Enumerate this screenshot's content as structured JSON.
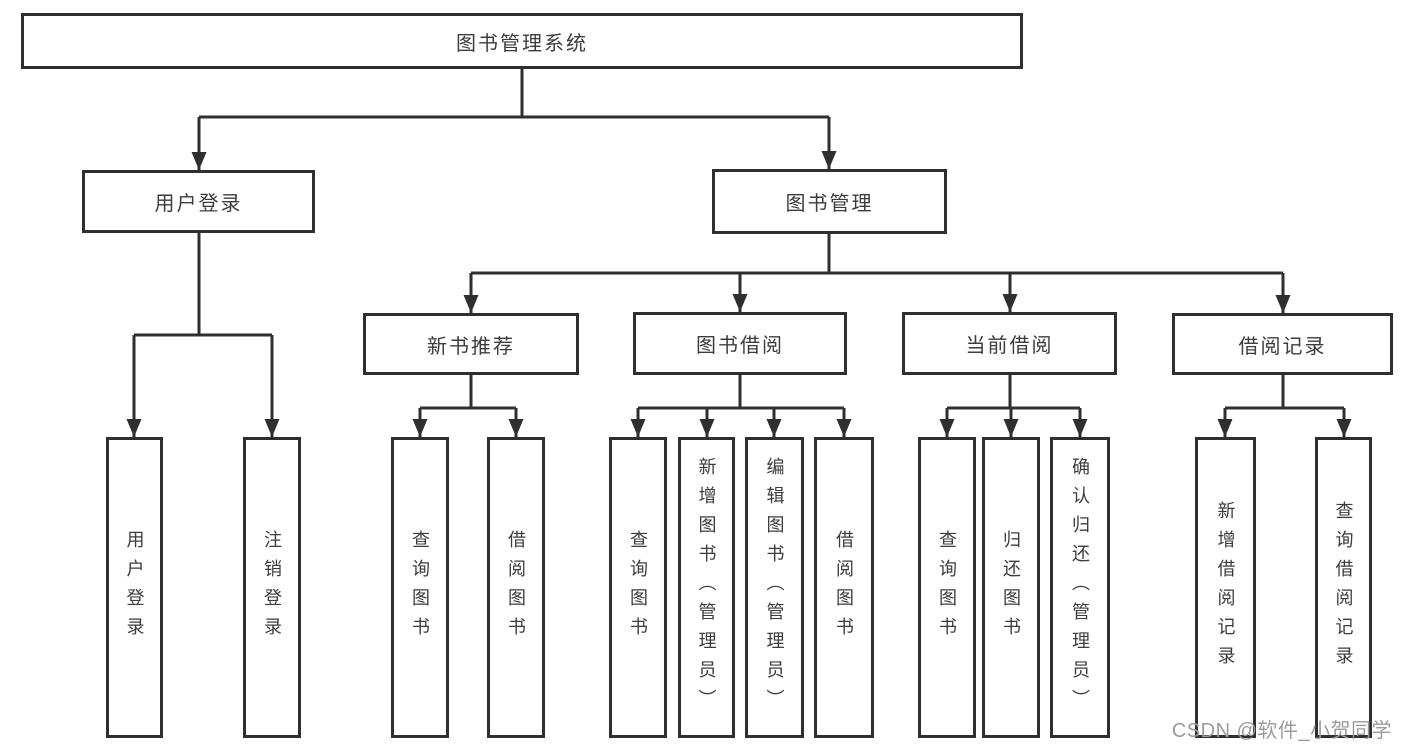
{
  "page": {
    "background": "#ffffff",
    "line_color": "#2f2f2f",
    "box_border_color": "#2f2f2f",
    "text_color": "#3c3c3c",
    "watermark_color": "#9b9b9b"
  },
  "diagram": {
    "type": "hierarchy-tree",
    "root": {
      "label": "图书管理系统"
    },
    "level2": [
      {
        "label": "用户登录"
      },
      {
        "label": "图书管理"
      }
    ],
    "level3": [
      {
        "label": "新书推荐"
      },
      {
        "label": "图书借阅"
      },
      {
        "label": "当前借阅"
      },
      {
        "label": "借阅记录"
      }
    ],
    "leaves": [
      {
        "label": "用户登录"
      },
      {
        "label": "注销登录"
      },
      {
        "label": "查询图书"
      },
      {
        "label": "借阅图书"
      },
      {
        "label": "查询图书"
      },
      {
        "label": "新增图书（管理员）"
      },
      {
        "label": "编辑图书（管理员）"
      },
      {
        "label": "借阅图书"
      },
      {
        "label": "查询图书"
      },
      {
        "label": "归还图书"
      },
      {
        "label": "确认归还（管理员）"
      },
      {
        "label": "新增借阅记录"
      },
      {
        "label": "查询借阅记录"
      }
    ],
    "structure": {
      "图书管理系统": [
        "用户登录",
        "图书管理"
      ],
      "用户登录": [
        "用户登录",
        "注销登录"
      ],
      "图书管理": [
        "新书推荐",
        "图书借阅",
        "当前借阅",
        "借阅记录"
      ],
      "新书推荐": [
        "查询图书",
        "借阅图书"
      ],
      "图书借阅": [
        "查询图书",
        "新增图书（管理员）",
        "编辑图书（管理员）",
        "借阅图书"
      ],
      "当前借阅": [
        "查询图书",
        "归还图书",
        "确认归还（管理员）"
      ],
      "借阅记录": [
        "新增借阅记录",
        "查询借阅记录"
      ]
    },
    "watermark": "CSDN @软件_小贺同学"
  }
}
